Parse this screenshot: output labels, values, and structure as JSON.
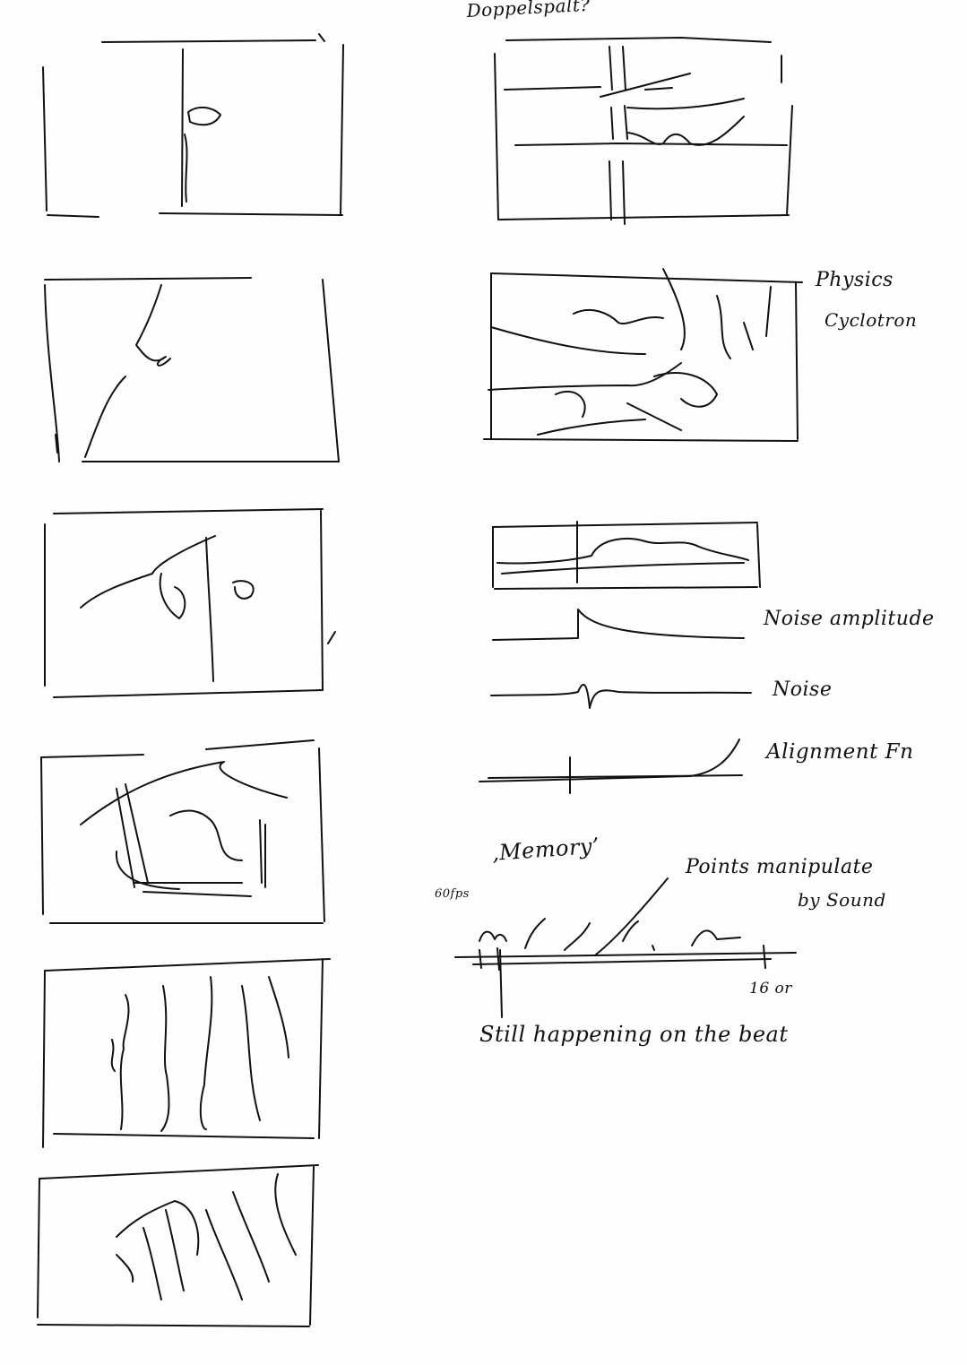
{
  "notes": {
    "title": "Doppelspalt?",
    "physics_label": "Physics",
    "cyclotron_label": "Cyclotron",
    "noise_amplitude_label": "Noise amplitude",
    "noise_label": "Noise",
    "alignment_label": "Alignment Fn",
    "memory_label": "‚Memory’",
    "points_label": "Points manipulate",
    "by_sound_label": "by Sound",
    "fps_label": "60fps",
    "bar_label": "16 or",
    "still_label": "Still happening on the beat"
  }
}
